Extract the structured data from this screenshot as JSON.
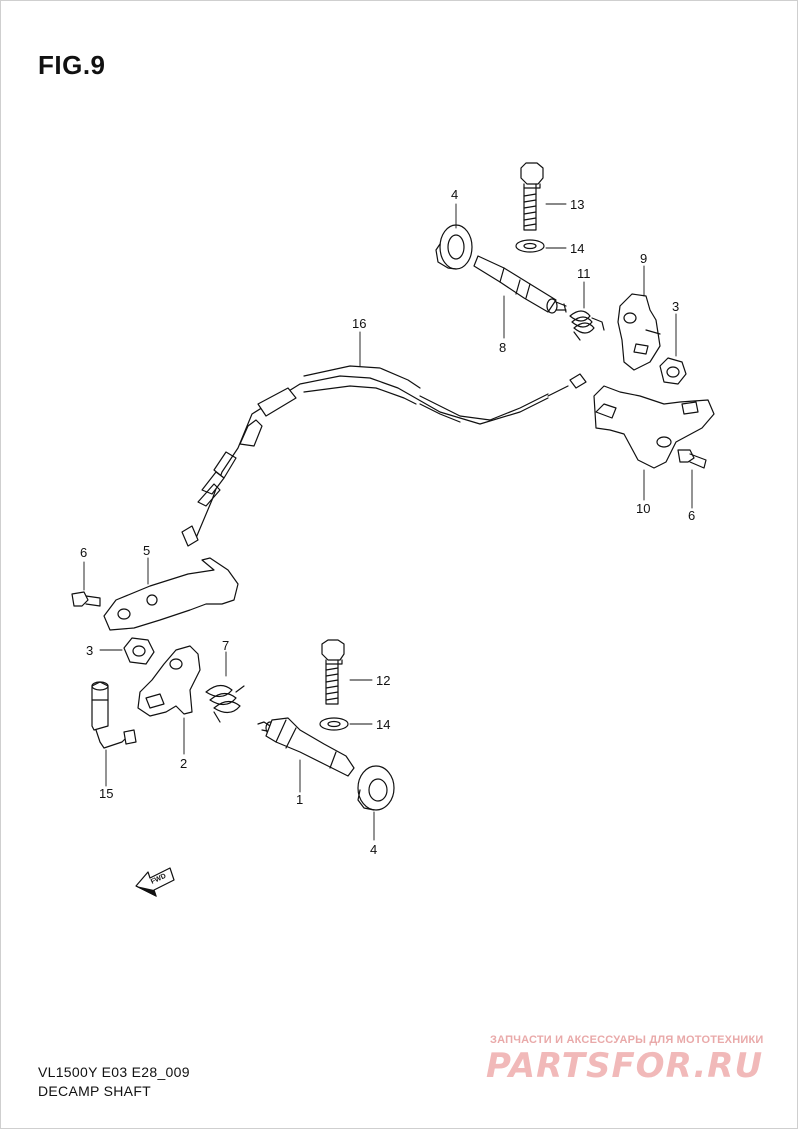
{
  "figure_title": "FIG.9",
  "callouts": {
    "c4_top": "4",
    "c13": "13",
    "c14_top": "14",
    "c11": "11",
    "c9": "9",
    "c3_right": "3",
    "c8": "8",
    "c16": "16",
    "c10": "10",
    "c6_right": "6",
    "c6_left": "6",
    "c5": "5",
    "c3_left": "3",
    "c7": "7",
    "c12": "12",
    "c14_bottom": "14",
    "c2": "2",
    "c1": "1",
    "c15": "15",
    "c4_bottom": "4"
  },
  "fwd_label": "FWD",
  "footer": {
    "model_code": "VL1500Y E03 E28_009",
    "diagram_name": "DECAMP SHAFT"
  },
  "watermark": {
    "tagline": "ЗАПЧАСТИ И АКСЕССУАРЫ ДЛЯ МОТОТЕХНИКИ",
    "logo": "PARTSFOR.RU"
  },
  "colors": {
    "line": "#111111",
    "watermark": "#f1b9b9"
  }
}
